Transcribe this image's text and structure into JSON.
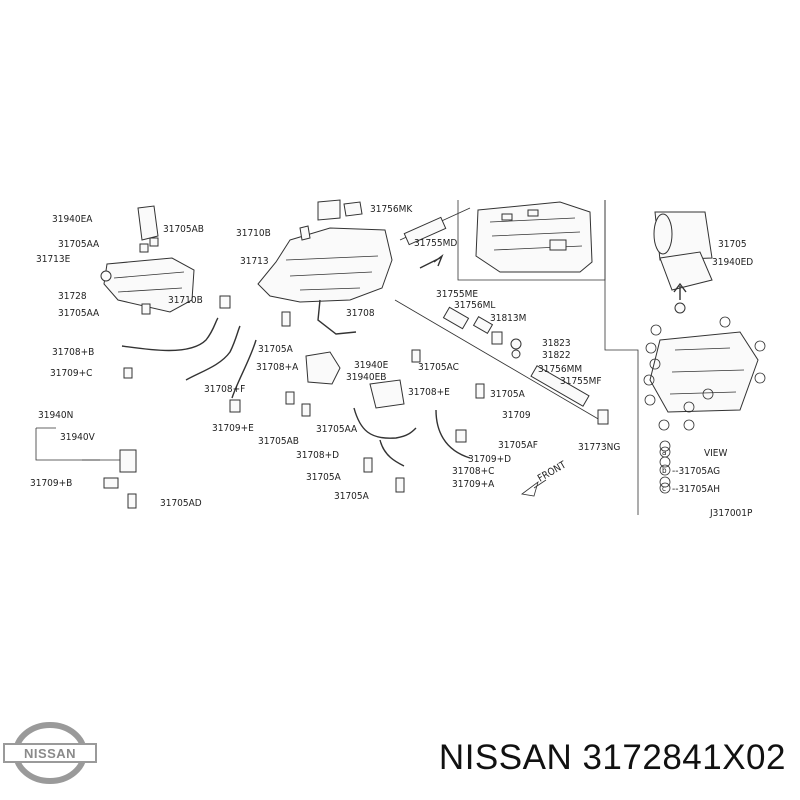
{
  "diagram": {
    "code": "J317001P",
    "view_title": "VIEW",
    "legend": [
      {
        "symbol": "a",
        "text": "VIEW"
      },
      {
        "symbol": "b",
        "text": "--31705AG"
      },
      {
        "symbol": "c",
        "text": "--31705AH"
      }
    ],
    "front_label": "FRONT",
    "callouts": {
      "c31940EA": "31940EA",
      "c31705AB_top": "31705AB",
      "c31705AA_1": "31705AA",
      "c31713E": "31713E",
      "c31728": "31728",
      "c31710B_1": "31710B",
      "c31705AA_2": "31705AA",
      "c31708B": "31708+B",
      "c31709C": "31709+C",
      "c31708F": "31708+F",
      "c31705A_1": "31705A",
      "c31708A": "31708+A",
      "c31709E": "31709+E",
      "c31705AB_2": "31705AB",
      "c31940N": "31940N",
      "c31940V": "31940V",
      "c31709B": "31709+B",
      "c31705AD": "31705AD",
      "c31710B_2": "31710B",
      "c31713": "31713",
      "c31708": "31708",
      "c31756MK": "31756MK",
      "c31755MD": "31755MD",
      "c31755ME": "31755ME",
      "c31756ML": "31756ML",
      "c31813M": "31813M",
      "c31823": "31823",
      "c31822": "31822",
      "c31756MM": "31756MM",
      "c31755MF": "31755MF",
      "c31773NG": "31773NG",
      "c31940E": "31940E",
      "c31940EB": "31940EB",
      "c31705AC": "31705AC",
      "c31708E": "31708+E",
      "c31705A_2": "31705A",
      "c31709": "31709",
      "c31705AA_3": "31705AA",
      "c31709D": "31709+D",
      "c31705AF": "31705AF",
      "c31708D": "31708+D",
      "c31708C": "31708+C",
      "c31705A_3": "31705A",
      "c31705A_4": "31705A",
      "c31709A": "31709+A",
      "c31705": "31705",
      "c31940ED": "31940ED"
    }
  },
  "logo": {
    "text": "NISSAN",
    "color": "#9a9a9a"
  },
  "footer": {
    "title": "NISSAN 3172841X02"
  }
}
